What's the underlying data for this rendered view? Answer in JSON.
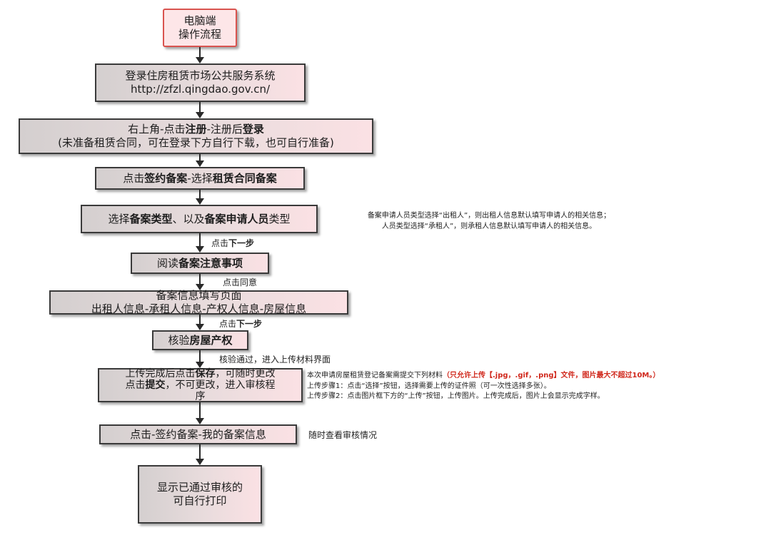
{
  "start": {
    "line1": "电脑端",
    "line2": "操作流程"
  },
  "step1": {
    "line1": "登录住房租赁市场公共服务系统",
    "line2": "http://zfzl.qingdao.gov.cn/"
  },
  "step2": {
    "p1": "右上角-点击",
    "b1": "注册",
    "p2": "-注册后",
    "b2": "登录",
    "line2": "(未准备租赁合同，可在登录下方自行下载，也可自行准备)"
  },
  "step3": {
    "p1": "点击",
    "b1": "签约备案",
    "p2": "-选择",
    "b2": "租赁合同备案"
  },
  "step4": {
    "p1": "选择",
    "b1": "备案类型",
    "p2": "、以及",
    "b2": "备案申请人员",
    "p3": "类型"
  },
  "step4_note": {
    "line1": "备案申请人员类型选择“出租人”，则出租人信息默认填写申请人的相关信息；",
    "line2": "人员类型选择“承租人”，则承租人信息默认填写申请人的相关信息。"
  },
  "label_next1": {
    "p1": "点击",
    "b1": "下一步"
  },
  "step5": {
    "p1": "阅读",
    "b1": "备案注意事项"
  },
  "label_agree": "点击同意",
  "step6": {
    "line1": "备案信息填写页面",
    "line2": "出租人信息-承租人信息-产权人信息-房屋信息"
  },
  "label_next2": {
    "p1": "点击",
    "b1": "下一步"
  },
  "step7": {
    "p1": "核验",
    "b1": "房屋产权"
  },
  "label_verified": "核验通过，进入上传材料界面",
  "step8": {
    "p1": "上传完成后点击",
    "b1": "保存",
    "p2": "，可随时更改",
    "p3": "点击",
    "b2": "提交",
    "p4": "，不可更改，进入审核程",
    "p5": "序"
  },
  "step8_note": {
    "line1a": "本次申请房屋租赁登记备案需提交下列材料",
    "line1b": "（只允许上传【.jpg，.gif，.png】文件，图片最大不超过10M。）",
    "line2": "上传步骤1：点击“选择”按钮，选择需要上传的证件照（可一次性选择多张）。",
    "line3": "上传步骤2：点击图片框下方的“上传”按钮，上传图片。上传完成后，图片上会显示完成字样。"
  },
  "step9": "点击-签约备案-我的备案信息",
  "label_check": "随时查看审核情况",
  "step10": {
    "line1": "显示已通过审核的",
    "line2": "可自行打印"
  },
  "colors": {
    "box_border": "#3a3a3a",
    "start_border": "#d9534f",
    "note_blue": "#2a2ec9",
    "note_red": "#d0281c"
  }
}
